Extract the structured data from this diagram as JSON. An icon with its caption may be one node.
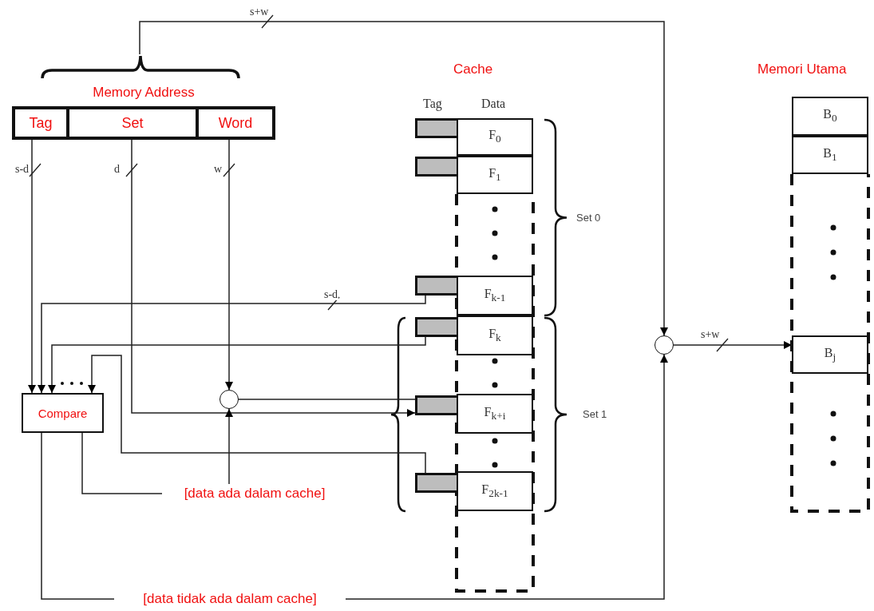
{
  "diagram": {
    "nodes": [
      {
        "text": [
          "Memory Address"
        ]
      },
      {
        "text": [
          "Tag"
        ],
        "in": 0
      },
      {
        "text": [
          "Set"
        ],
        "in": 0
      },
      {
        "text": [
          "Word"
        ],
        "in": 0
      },
      {
        "text": [
          "Compare"
        ]
      },
      {
        "text": [],
        "shape": "circle"
      },
      {
        "text": [],
        "shape": "box"
      },
      {
        "text": [
          "F$_{0}$"
        ]
      },
      {
        "text": [],
        "shape": "box"
      },
      {
        "text": [
          "F$_{1}$"
        ]
      },
      {
        "text": [],
        "shape": "box"
      },
      {
        "text": [
          "F$_{k-1}$"
        ]
      },
      {
        "text": [],
        "shape": "box"
      },
      {
        "text": [
          "F$_{k}$"
        ]
      },
      {
        "text": [],
        "shape": "box"
      },
      {
        "text": [
          "F$_{k+i}$"
        ]
      },
      {
        "text": [],
        "shape": "box"
      },
      {
        "text": [
          "F$_{2k-1}$"
        ]
      },
      {
        "text": [],
        "shape": "circle"
      },
      {
        "text": [
          "B$_{0}$"
        ]
      },
      {
        "text": [
          "B$_{1}$"
        ]
      },
      {
        "text": [
          "B$_{j}$"
        ]
      },
      {
        "text": [
          "[data ada dalam cache]"
        ]
      },
      {
        "text": [
          "[data tidak ada dalam cache]"
        ]
      }
    ],
    "edges": [
      {
        "from": 1,
        "to": 4,
        "arrow": "to",
        "label": "s-d"
      },
      {
        "from": 2,
        "to": 14,
        "arrow": "to",
        "label": "d"
      },
      {
        "from": 3,
        "to": 5,
        "arrow": "to",
        "label": "w"
      },
      {
        "from": 5,
        "to": 14,
        "arrow": "none"
      },
      {
        "from": 10,
        "to": 4,
        "arrow": "to",
        "label": "s-d"
      },
      {
        "from": 12,
        "to": 4,
        "arrow": "to"
      },
      {
        "from": 16,
        "to": 4,
        "arrow": "to"
      },
      {
        "from": 4,
        "to": 22,
        "arrow": "none"
      },
      {
        "from": 22,
        "to": 5,
        "arrow": "to"
      },
      {
        "from": 4,
        "to": 23,
        "arrow": "none"
      },
      {
        "from": 23,
        "to": 18,
        "arrow": "to"
      },
      {
        "from": 0,
        "to": 18,
        "arrow": "to",
        "label": "s+w"
      },
      {
        "from": 18,
        "to": 21,
        "arrow": "to",
        "label": "s+w"
      }
    ],
    "labels": [
      "Cache",
      "Memori Utama",
      "Tag",
      "Data",
      "Set 0",
      "Set 1"
    ]
  }
}
